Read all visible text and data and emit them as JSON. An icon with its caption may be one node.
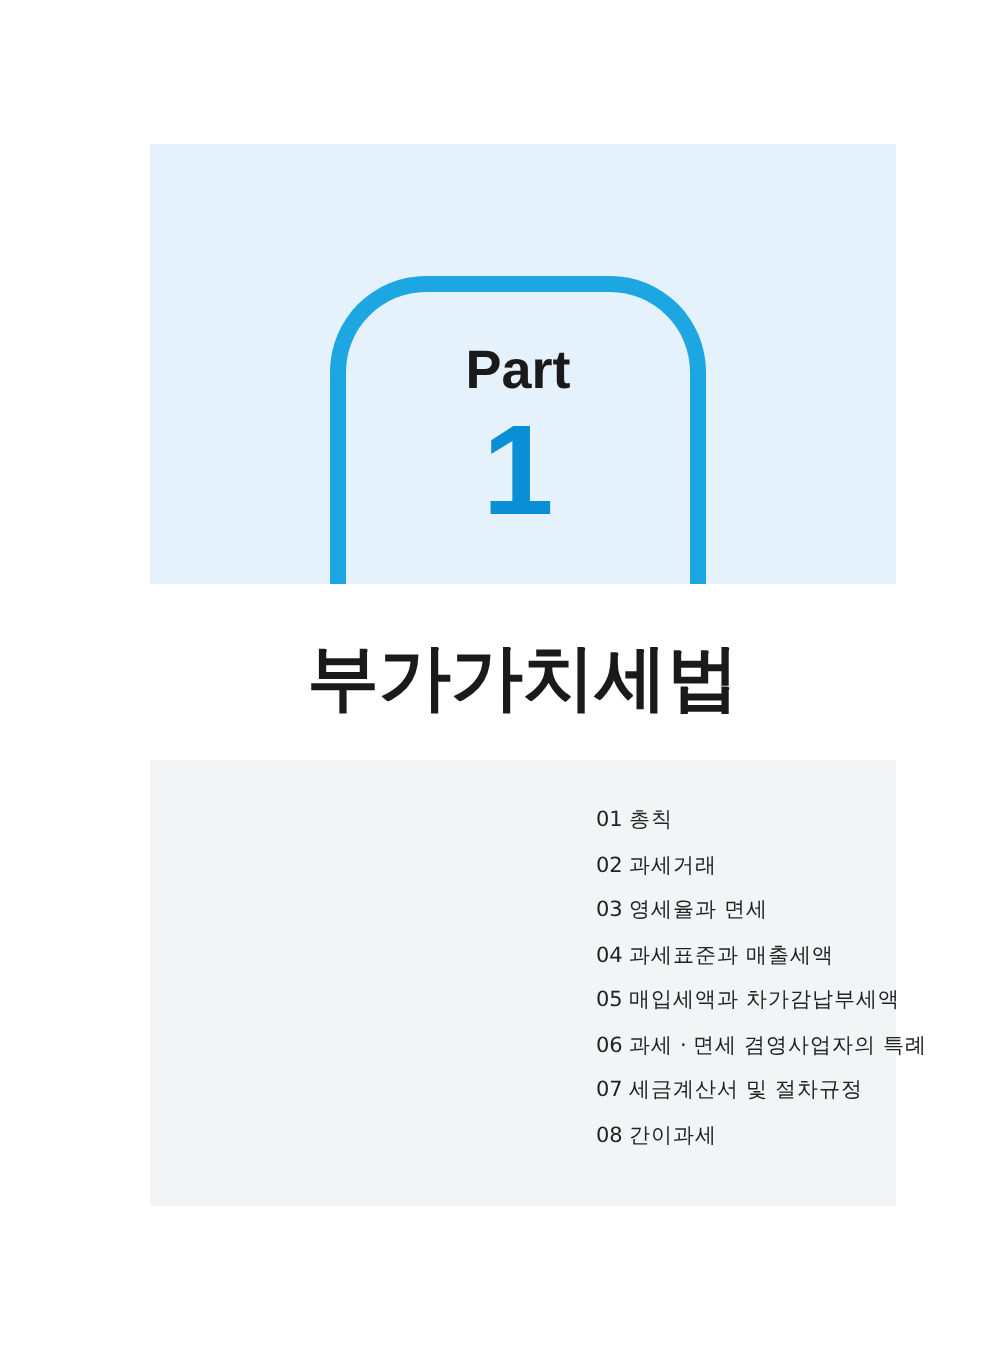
{
  "diagram": {
    "title": "부가가치세법",
    "nodes": [
      {
        "text": [
          "Part",
          "1"
        ]
      }
    ],
    "labels": [
      "01 총칙",
      "02 과세거래",
      "03 영세율과 면세",
      "04 과세표준과 매출세액",
      "05 매입세액과 차가감납부세액",
      "06 과세 · 면세 겸영사업자의 특례",
      "07 세금계산서 및 절차규정",
      "08 간이과세"
    ]
  }
}
